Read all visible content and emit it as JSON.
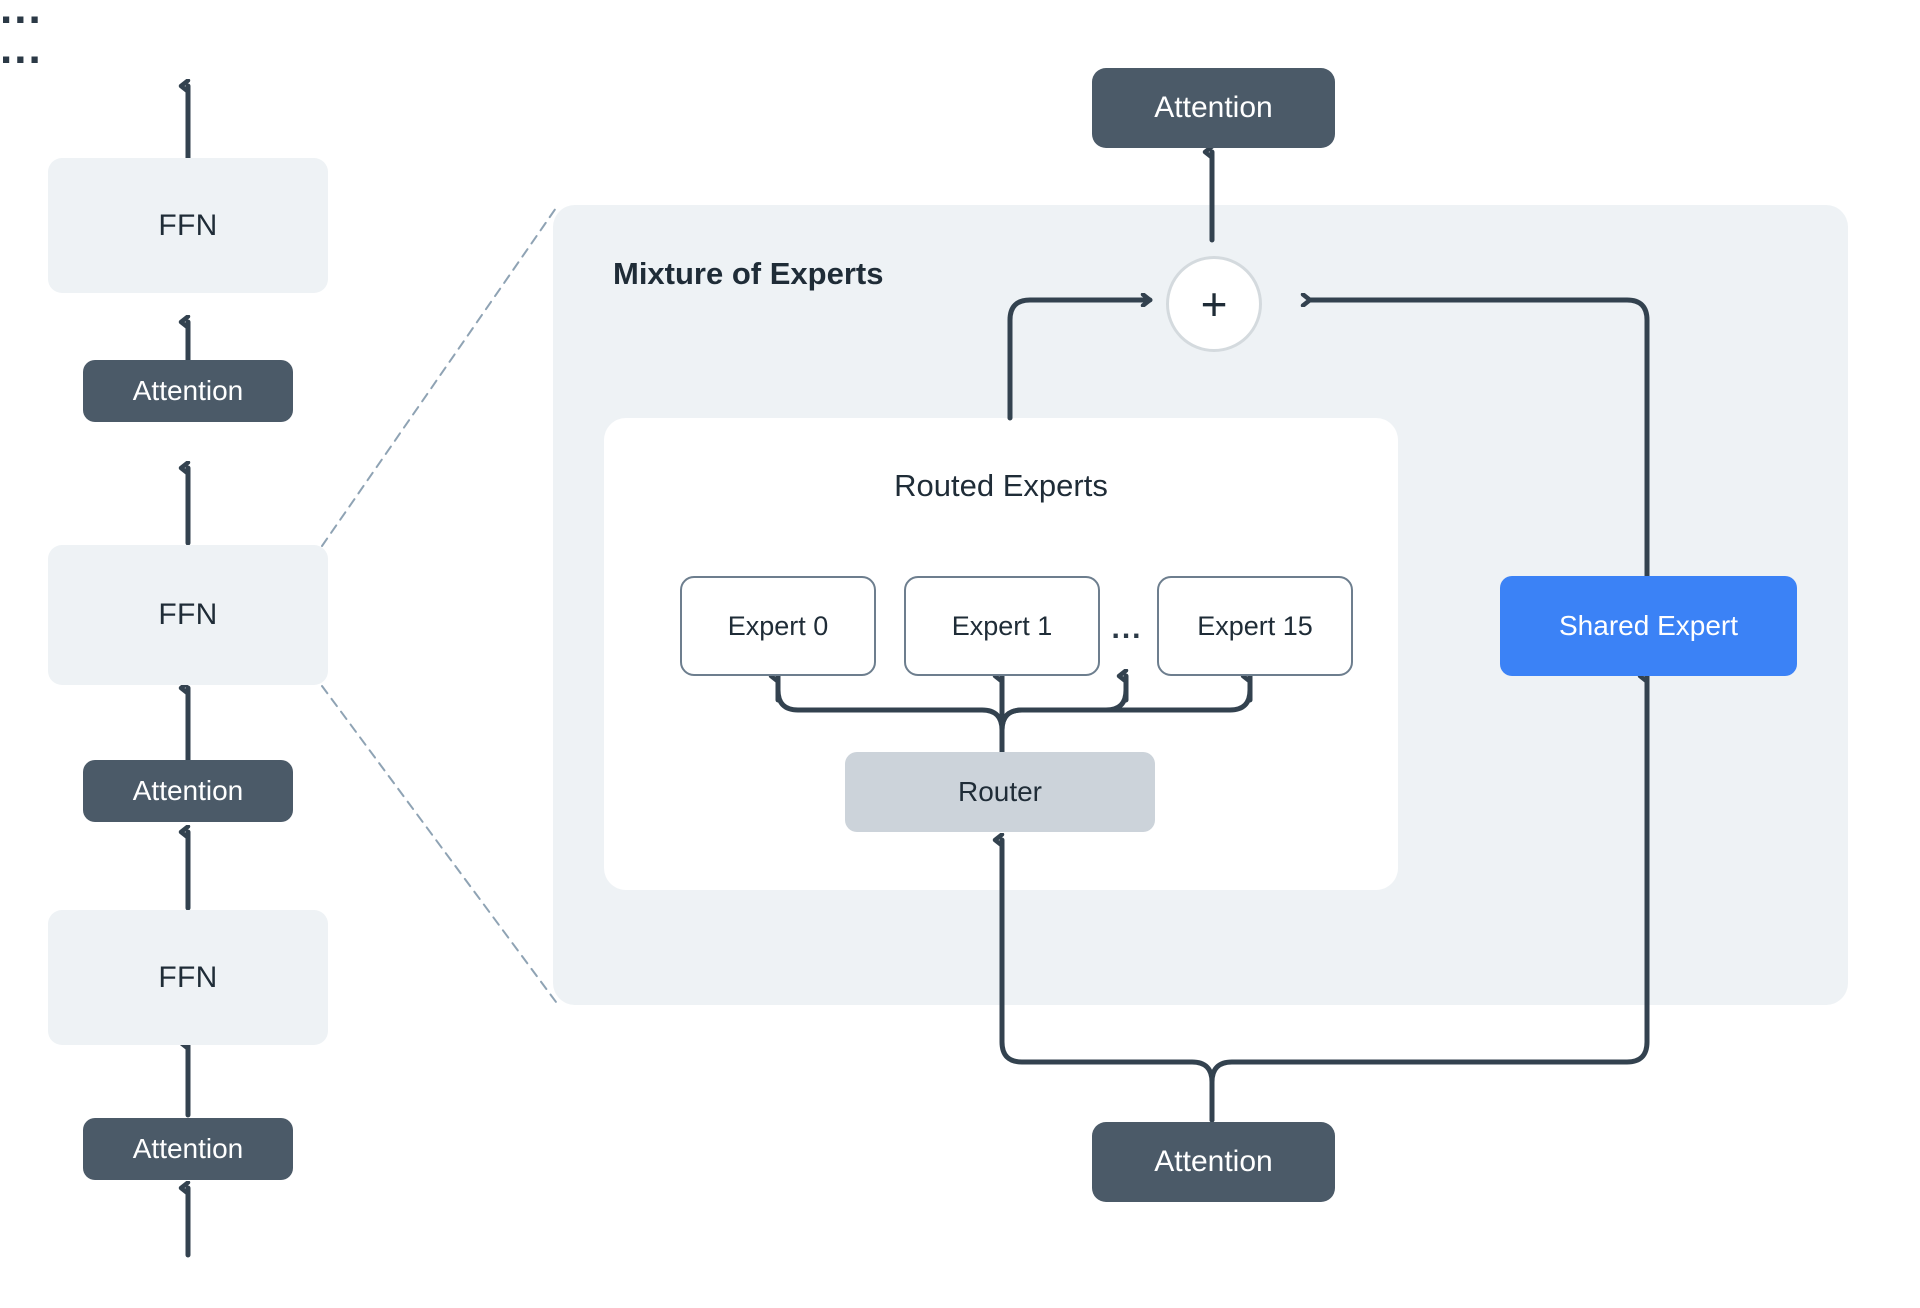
{
  "diagram": {
    "title": "Mixture of Experts architecture diagram",
    "colors": {
      "canvas_background": "#ffffff",
      "panel_background": "#eef2f5",
      "card_background": "#ffffff",
      "attention_fill": "#4b5a68",
      "attention_text": "#ffffff",
      "ffn_fill": "#eef2f5",
      "ffn_text": "#1f2c37",
      "router_fill": "#ccd3da",
      "shared_expert_fill": "#3b82f6",
      "shared_expert_text": "#ffffff",
      "expert_border": "#6d7e8e",
      "arrow_stroke": "#33424f",
      "dashed_stroke": "#8fa3b4",
      "plus_border": "#d4dade"
    }
  },
  "left_stack": {
    "top_ellipsis": "...",
    "bottom_ellipsis": "...",
    "items": [
      {
        "label": "FFN",
        "type": "ffn"
      },
      {
        "label": "Attention",
        "type": "attention"
      },
      {
        "label": "FFN",
        "type": "ffn"
      },
      {
        "label": "Attention",
        "type": "attention"
      },
      {
        "label": "FFN",
        "type": "ffn"
      },
      {
        "label": "Attention",
        "type": "attention"
      }
    ]
  },
  "moe": {
    "panel_title": "Mixture of Experts",
    "top_attention_label": "Attention",
    "bottom_attention_label": "Attention",
    "sum_symbol": "+",
    "shared_expert_label": "Shared Expert",
    "routed": {
      "card_title": "Routed Experts",
      "ellipsis": "...",
      "router_label": "Router",
      "experts": [
        {
          "label": "Expert 0"
        },
        {
          "label": "Expert 1"
        },
        {
          "label": "Expert 15"
        }
      ]
    }
  }
}
